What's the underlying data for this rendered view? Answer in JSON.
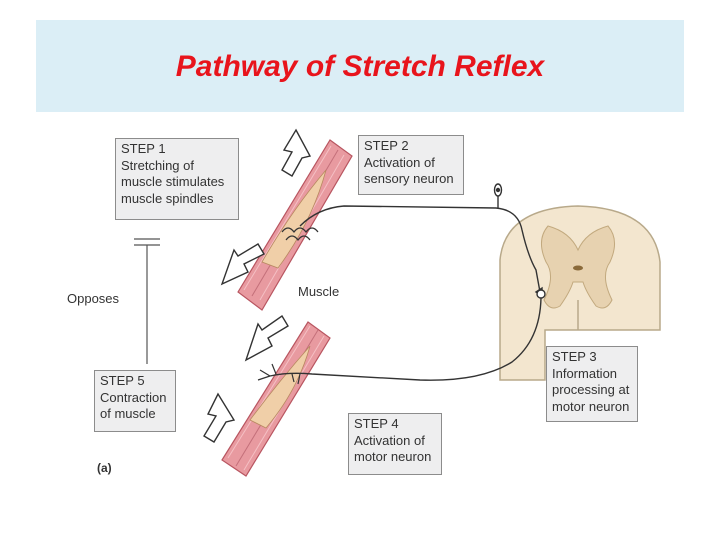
{
  "slide": {
    "title": "Pathway of Stretch Reflex"
  },
  "diagram": {
    "steps": [
      {
        "lines": [
          "STEP 1",
          "Stretching of",
          "muscle stimulates",
          "muscle spindles"
        ]
      },
      {
        "lines": [
          "STEP 2",
          "Activation of",
          "sensory neuron"
        ]
      },
      {
        "lines": [
          "STEP 3",
          "Information",
          "processing at",
          "motor neuron"
        ]
      },
      {
        "lines": [
          "STEP 4",
          "Activation of",
          "motor neuron"
        ]
      },
      {
        "lines": [
          "STEP 5",
          "Contraction",
          "of muscle"
        ]
      }
    ],
    "opposes_label": "Opposes",
    "muscle_label": "Muscle",
    "panel_label": "(a)"
  },
  "colors": {
    "title": "#e8141c",
    "title_bar": "#dbeef6",
    "muscle": "#e89aa0",
    "spinal_cord": "#f3e6cf",
    "arrow": "#ffffff"
  }
}
